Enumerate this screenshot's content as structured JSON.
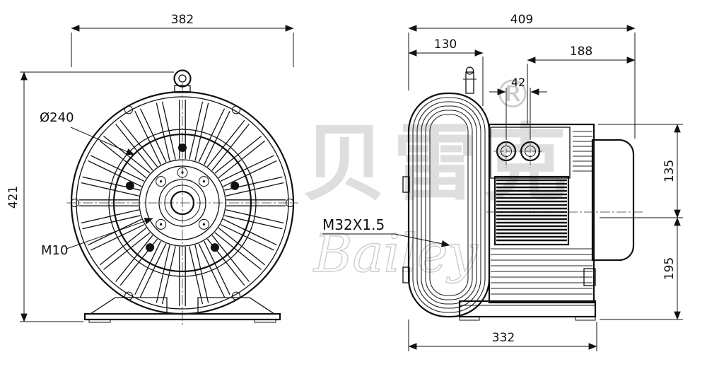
{
  "front_view": {
    "dim_width": "382",
    "dim_height": "421",
    "label_diameter": "Ø240",
    "label_bolt": "M10"
  },
  "side_view": {
    "dim_total_width": "409",
    "dim_fan_depth": "130",
    "dim_motor_length": "188",
    "dim_port_spacing": "42",
    "dim_height_upper": "135",
    "dim_height_lower": "195",
    "dim_base_length": "332",
    "label_thread": "M32X1.5"
  },
  "watermark": {
    "cjk": "贝雷克",
    "registered": "®",
    "latin": "Bailey"
  }
}
